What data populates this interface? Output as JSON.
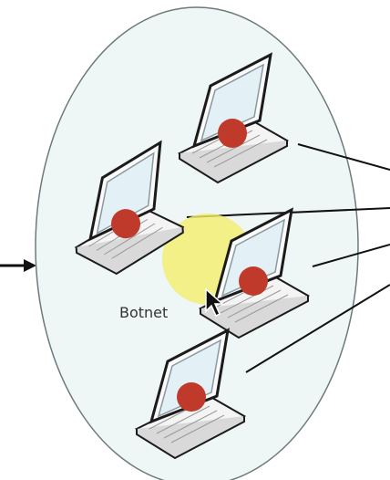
{
  "diagram": {
    "group_label": "Botnet",
    "colors": {
      "ellipse_fill": "#eef6f6",
      "ellipse_stroke": "#6e7a7a",
      "infection_dot": "#c03a2b",
      "highlight": "#f3ef6a",
      "laptop_body": "#f2f2f2",
      "screen": "#e4f1f7",
      "line": "#111111"
    },
    "nodes": [
      {
        "name": "laptop-1",
        "infected": true
      },
      {
        "name": "laptop-2",
        "infected": true
      },
      {
        "name": "laptop-3",
        "infected": true
      },
      {
        "name": "laptop-4",
        "infected": true
      }
    ],
    "cursor_icon": "mouse-pointer-icon",
    "incoming_arrow": "arrow-right-icon"
  }
}
